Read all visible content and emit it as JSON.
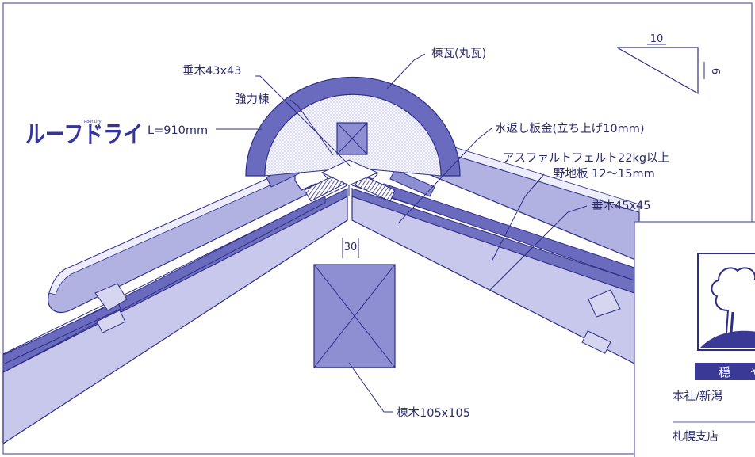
{
  "colors": {
    "outline": "#2e2e86",
    "tile_dark": "#6464bc",
    "tile_mid": "#8e8ed2",
    "tile_light": "#c4c4ea",
    "board": "#d8d8f0",
    "frame": "#5a5aa8"
  },
  "brand": {
    "logo_text": "ルーフドライ",
    "logo_subtext": "Roof Dry",
    "length": "L=910mm"
  },
  "labels": {
    "taruki_small": "垂木43x43",
    "kyouryoku_mune": "強力棟",
    "munegawara": "棟瓦(丸瓦)",
    "mizugaeshi": "水返し板金(立ち上げ10mm)",
    "felt": "アスファルトフェルト22kg以上",
    "nojiita": "野地板 12〜15mm",
    "taruki_large": "垂木45x45",
    "munagi": "棟木105x105",
    "gap": "30"
  },
  "slope": {
    "run": "10",
    "rise": "6"
  },
  "card": {
    "icon": "tree-logo-icon",
    "band_text": "穏 や",
    "line1": "本社/新潟",
    "line2": "札幌支店"
  }
}
